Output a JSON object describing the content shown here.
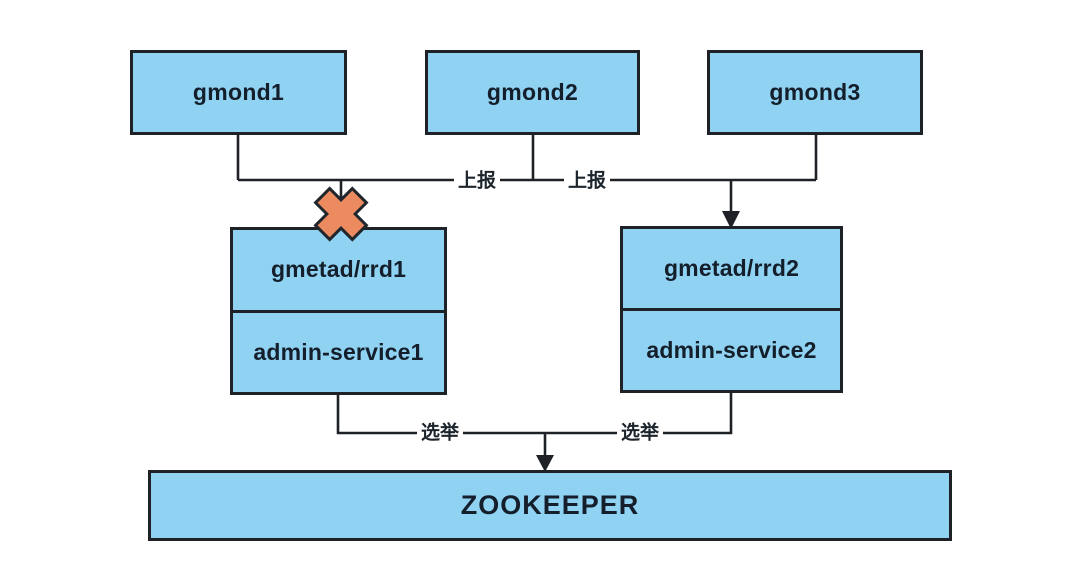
{
  "diagram": {
    "kind": "architecture-diagram",
    "nodes": {
      "gmond1": "gmond1",
      "gmond2": "gmond2",
      "gmond3": "gmond3",
      "gmetad_rrd1": "gmetad/rrd1",
      "admin_service1": "admin-service1",
      "gmetad_rrd2": "gmetad/rrd2",
      "admin_service2": "admin-service2",
      "zookeeper": "ZOOKEEPER"
    },
    "edge_labels": {
      "report_left": "上报",
      "report_right": "上报",
      "elect_left": "选举",
      "elect_right": "选举"
    },
    "colors": {
      "node_fill": "#8FD2F2",
      "node_border": "#1e2226",
      "line": "#1e2226",
      "text": "#141f2b",
      "x_mark_fill": "#EC8A60",
      "x_mark_stroke": "#20262b",
      "background": "#ffffff"
    }
  }
}
